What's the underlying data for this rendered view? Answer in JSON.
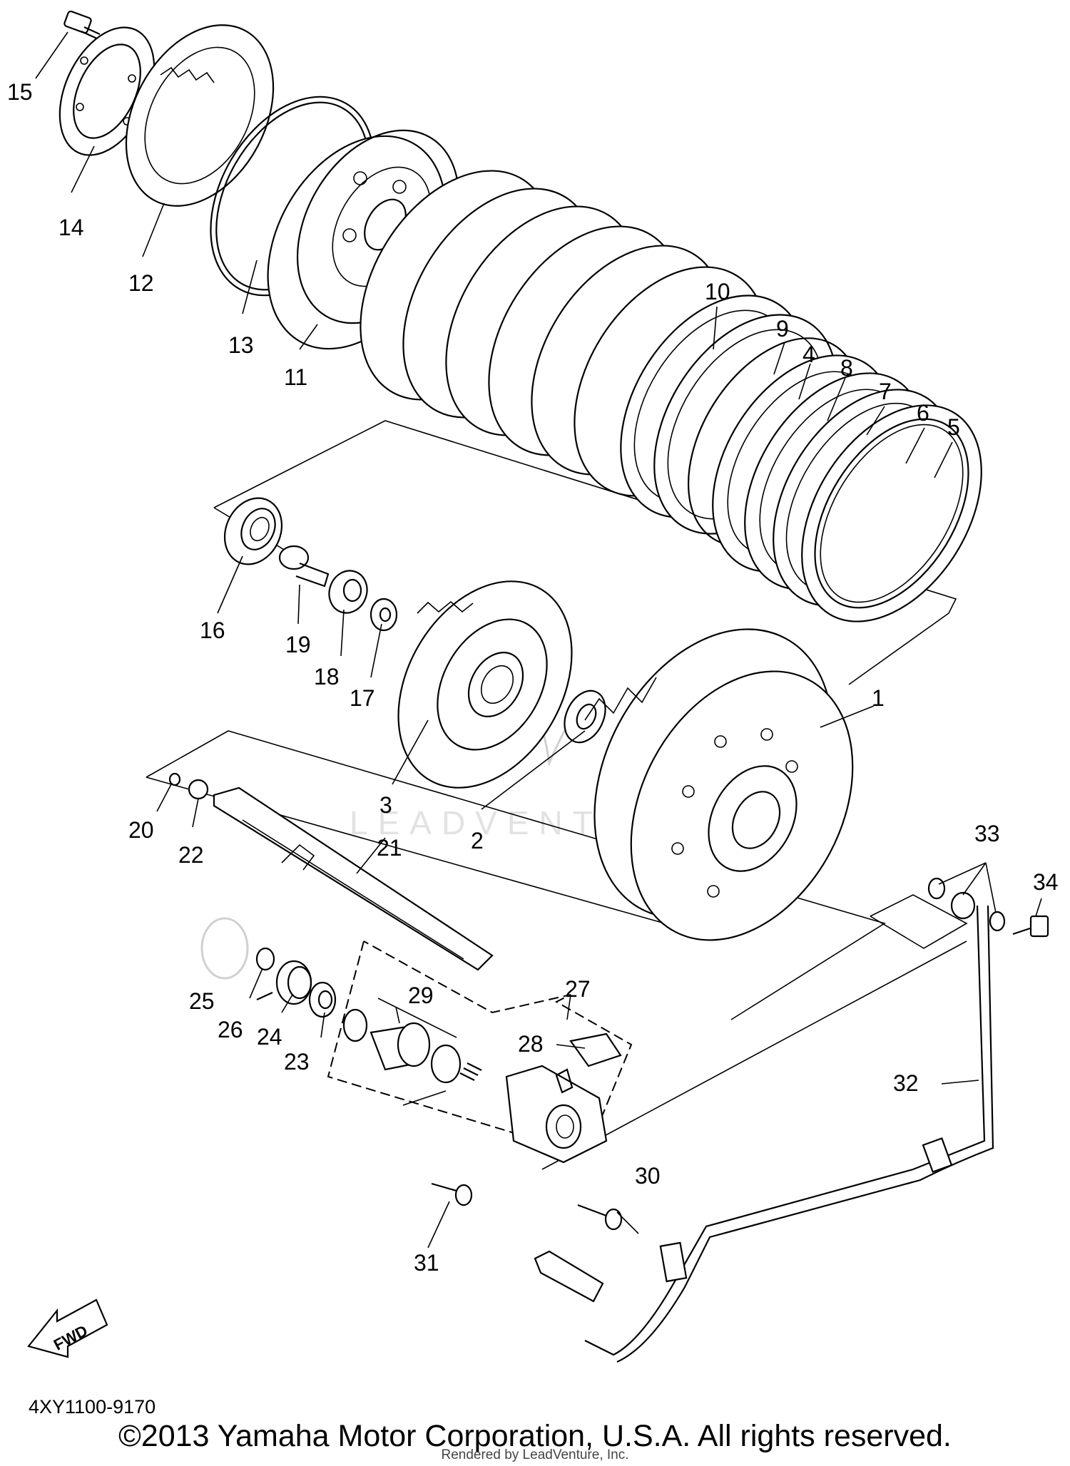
{
  "diagram": {
    "parts": [
      {
        "id": "1",
        "label": "1"
      },
      {
        "id": "2",
        "label": "2"
      },
      {
        "id": "3",
        "label": "3"
      },
      {
        "id": "4",
        "label": "4"
      },
      {
        "id": "5",
        "label": "5"
      },
      {
        "id": "6",
        "label": "6"
      },
      {
        "id": "7",
        "label": "7"
      },
      {
        "id": "8",
        "label": "8"
      },
      {
        "id": "9",
        "label": "9"
      },
      {
        "id": "10",
        "label": "10"
      },
      {
        "id": "11",
        "label": "11"
      },
      {
        "id": "12",
        "label": "12"
      },
      {
        "id": "13",
        "label": "13"
      },
      {
        "id": "14",
        "label": "14"
      },
      {
        "id": "15",
        "label": "15"
      },
      {
        "id": "16",
        "label": "16"
      },
      {
        "id": "17",
        "label": "17"
      },
      {
        "id": "18",
        "label": "18"
      },
      {
        "id": "19",
        "label": "19"
      },
      {
        "id": "20",
        "label": "20"
      },
      {
        "id": "21",
        "label": "21"
      },
      {
        "id": "22",
        "label": "22"
      },
      {
        "id": "23",
        "label": "23"
      },
      {
        "id": "24",
        "label": "24"
      },
      {
        "id": "25",
        "label": "25"
      },
      {
        "id": "26",
        "label": "26"
      },
      {
        "id": "27",
        "label": "27"
      },
      {
        "id": "28",
        "label": "28"
      },
      {
        "id": "29",
        "label": "29"
      },
      {
        "id": "30",
        "label": "30"
      },
      {
        "id": "31",
        "label": "31"
      },
      {
        "id": "32",
        "label": "32"
      },
      {
        "id": "33",
        "label": "33"
      },
      {
        "id": "34",
        "label": "34"
      }
    ],
    "direction_label": "FWD",
    "watermark": "LEADVENTURE"
  },
  "footer": {
    "diagram_code": "4XY1100-9170",
    "copyright": "©2013 Yamaha Motor Corporation, U.S.A. All rights reserved.",
    "rendered_by": "Rendered by LeadVenture, Inc."
  }
}
